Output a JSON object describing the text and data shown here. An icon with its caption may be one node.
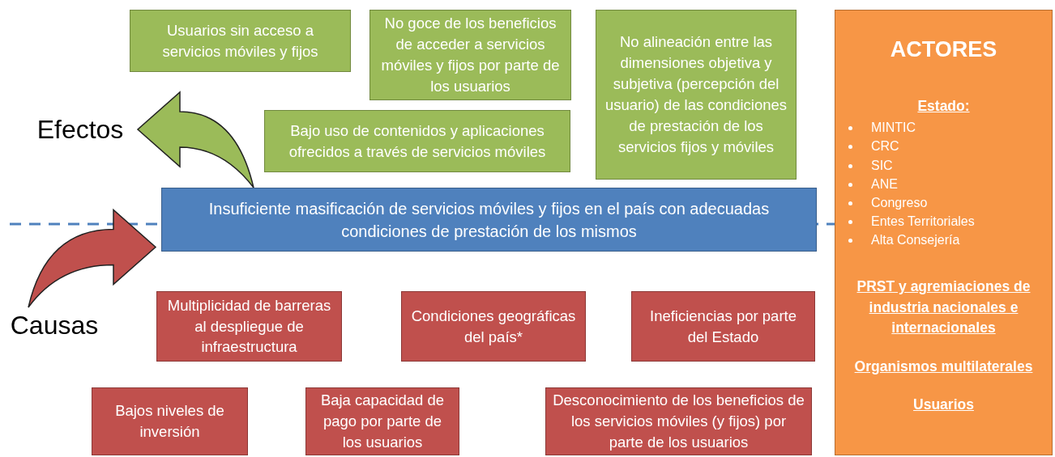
{
  "diagram": {
    "nodes": [
      {
        "text": [
          "Usuarios sin acceso a servicios móviles y fijos"
        ]
      },
      {
        "text": [
          "No goce de los beneficios de acceder a servicios móviles y fijos por parte de los usuarios"
        ]
      },
      {
        "text": [
          "No alineación entre las dimensiones objetiva y subjetiva (percepción del usuario) de las condiciones de prestación de los servicios fijos y móviles"
        ]
      },
      {
        "text": [
          "Bajo uso de contenidos y aplicaciones ofrecidos a través de servicios móviles"
        ]
      },
      {
        "text": [
          "Insuficiente masificación de servicios móviles y fijos en el país con adecuadas condiciones de prestación de los mismos"
        ]
      },
      {
        "text": [
          "Multiplicidad de barreras al despliegue de infraestructura"
        ]
      },
      {
        "text": [
          "Condiciones geográficas del país*"
        ]
      },
      {
        "text": [
          "Ineficiencias por parte del Estado"
        ]
      },
      {
        "text": [
          "Bajos niveles de inversión"
        ]
      },
      {
        "text": [
          "Baja capacidad de pago por parte de los usuarios"
        ]
      },
      {
        "text": [
          "Desconocimiento de los beneficios de los servicios móviles (y fijos) por parte de los usuarios"
        ]
      },
      {
        "text": [
          "ACTORES",
          "Estado:",
          "MINTIC",
          "CRC",
          "SIC",
          "ANE",
          "Congreso",
          "Entes Territoriales",
          "Alta Consejería",
          "PRST y agremiaciones de industria nacionales e internacionales",
          "Organismos multilaterales",
          "Usuarios"
        ]
      },
      {
        "text": [
          "Efectos"
        ]
      },
      {
        "text": [
          "Causas"
        ]
      }
    ],
    "edges": [
      {
        "from": 4,
        "to": 12,
        "arrow": "to",
        "style": "thick",
        "color": "#9bbb59"
      },
      {
        "from": 13,
        "to": 4,
        "arrow": "to",
        "style": "thick",
        "color": "#c0504d"
      }
    ]
  }
}
